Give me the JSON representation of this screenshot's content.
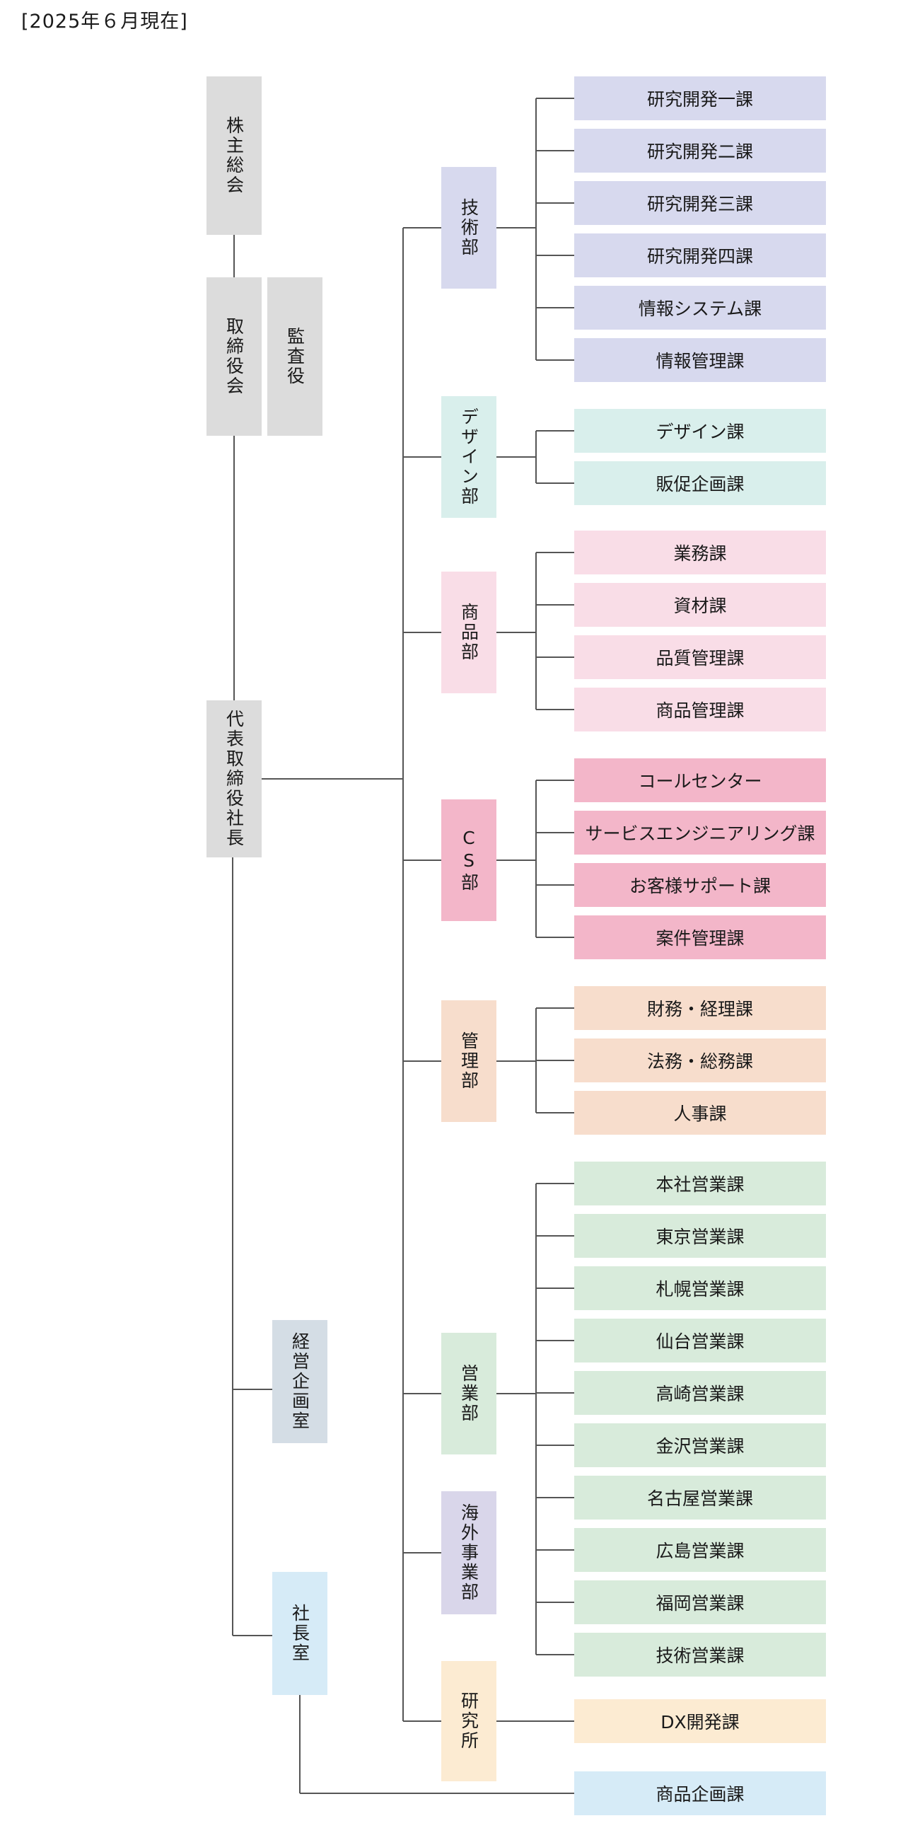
{
  "date_label": "[2025年６月現在]",
  "colors": {
    "gray": "#dcdcdc",
    "tech": "#d7d9ee",
    "design": "#d9efec",
    "product": "#f9dde7",
    "cs": "#f3b6c9",
    "admin": "#f7ddcc",
    "sales": "#d8ebdb",
    "overseas": "#d9d6ea",
    "lab": "#fcebd2",
    "planning": "#d4dde5",
    "president_office": "#d6ebf7",
    "line": "#555555"
  },
  "executive": {
    "shareholders": "株主総会",
    "board": "取締役会",
    "auditor": "監査役",
    "president": "代表取締役社長",
    "planning_office": "経営企画室",
    "president_office": "社長室"
  },
  "departments": [
    {
      "name": "技術部",
      "color_key": "tech",
      "sections": [
        "研究開発一課",
        "研究開発二課",
        "研究開発三課",
        "研究開発四課",
        "情報システム課",
        "情報管理課"
      ]
    },
    {
      "name": "デザイン部",
      "color_key": "design",
      "sections": [
        "デザイン課",
        "販促企画課"
      ]
    },
    {
      "name": "商品部",
      "color_key": "product",
      "sections": [
        "業務課",
        "資材課",
        "品質管理課",
        "商品管理課"
      ]
    },
    {
      "name": "CS部",
      "color_key": "cs",
      "sections": [
        "コールセンター",
        "サービスエンジニアリング課",
        "お客様サポート課",
        "案件管理課"
      ]
    },
    {
      "name": "管理部",
      "color_key": "admin",
      "sections": [
        "財務・経理課",
        "法務・総務課",
        "人事課"
      ]
    },
    {
      "name": "営業部",
      "color_key": "sales",
      "sections": [
        "本社営業課",
        "東京営業課",
        "札幌営業課",
        "仙台営業課",
        "高崎営業課",
        "金沢営業課",
        "名古屋営業課",
        "広島営業課",
        "福岡営業課",
        "技術営業課"
      ]
    },
    {
      "name": "海外事業部",
      "color_key": "overseas",
      "sections": []
    },
    {
      "name": "研究所",
      "color_key": "lab",
      "sections": [
        "DX開発課"
      ]
    }
  ],
  "president_office_sections": [
    "商品企画課"
  ]
}
